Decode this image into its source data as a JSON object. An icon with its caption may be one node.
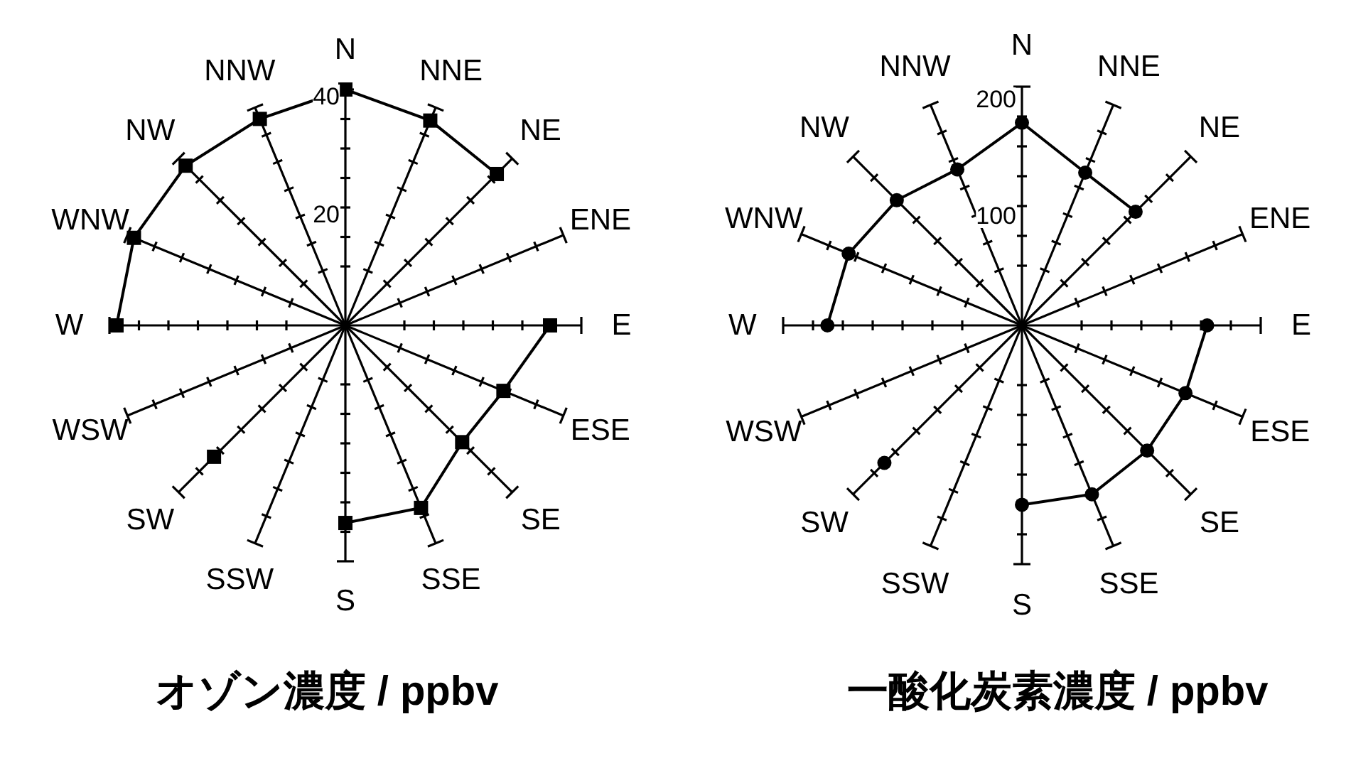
{
  "diagram": {
    "labels": [
      "N",
      "NNE",
      "NE",
      "ENE",
      "E",
      "ESE",
      "SE",
      "SSE",
      "S",
      "SSW",
      "SW",
      "WSW",
      "W",
      "WNW",
      "NW",
      "NNW",
      "40",
      "20",
      "オゾン濃度 / ppbv",
      "N",
      "NNE",
      "NE",
      "ENE",
      "E",
      "ESE",
      "SE",
      "SSE",
      "S",
      "SSW",
      "SW",
      "WSW",
      "W",
      "WNW",
      "NW",
      "NNW",
      "200",
      "100",
      "一酸化炭素濃度 / ppbv"
    ]
  }
}
